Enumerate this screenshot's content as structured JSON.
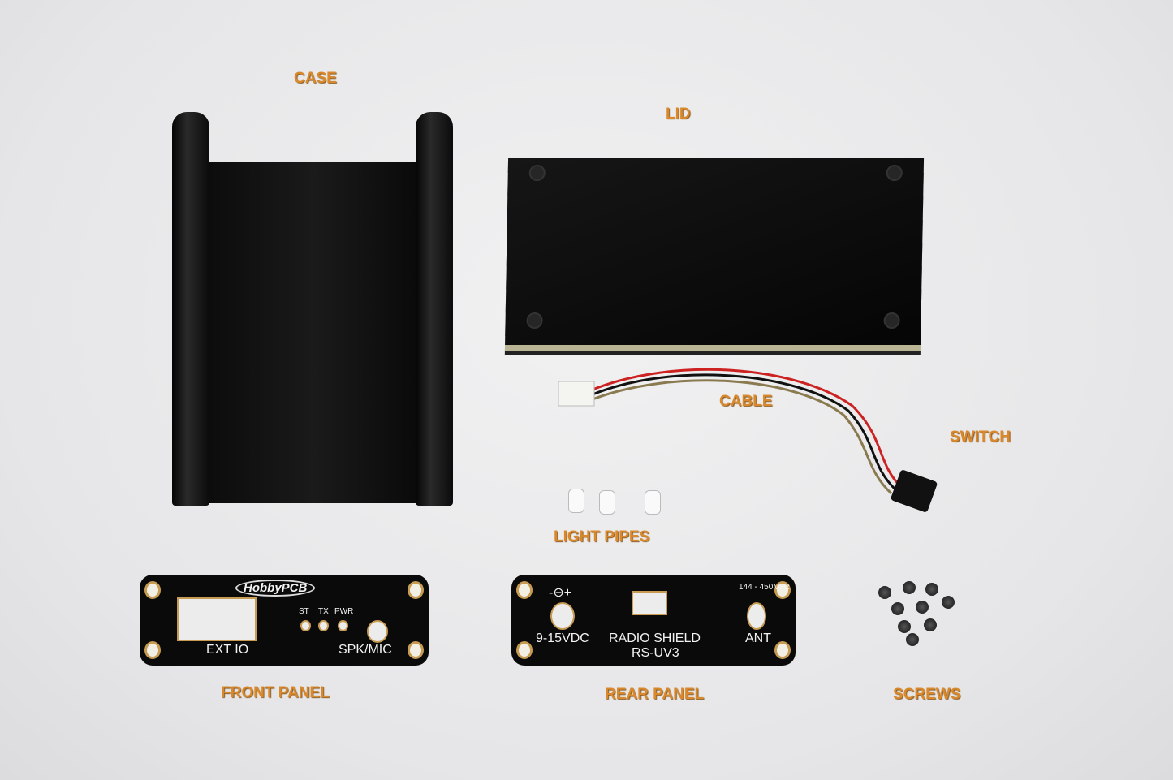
{
  "labels": {
    "case": "CASE",
    "lid": "LID",
    "cable": "CABLE",
    "switch": "SWITCH",
    "light_pipes": "LIGHT PIPES",
    "front_panel": "FRONT PANEL",
    "rear_panel": "REAR PANEL",
    "screws": "SCREWS"
  },
  "front_panel": {
    "brand": "HobbyPCB",
    "leds": [
      "ST",
      "TX",
      "PWR"
    ],
    "port1": "EXT IO",
    "port2": "SPK/MIC"
  },
  "rear_panel": {
    "polarity": "-⊖+",
    "power": "9-15VDC",
    "name": "RADIO SHIELD",
    "model": "RS-UV3",
    "band": "144 - 450MHz",
    "ant": "ANT"
  },
  "colors": {
    "label": "#d9892b"
  }
}
